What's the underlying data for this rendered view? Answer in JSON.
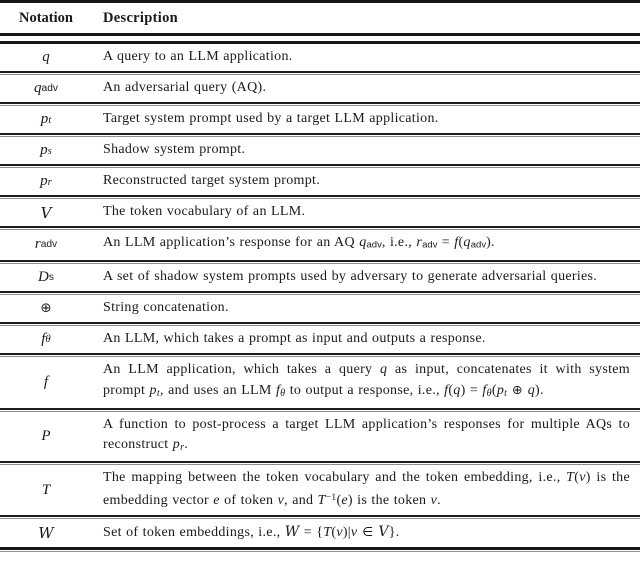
{
  "table": {
    "columns": [
      "Notation",
      "Description"
    ],
    "rows": [
      {
        "notation": [
          [
            "v",
            "q"
          ]
        ],
        "description": [
          [
            "t",
            "A query to an LLM application."
          ]
        ]
      },
      {
        "notation": [
          [
            "v",
            "q"
          ],
          [
            "sub",
            "adv"
          ]
        ],
        "description": [
          [
            "t",
            "An adversarial query (AQ)."
          ]
        ]
      },
      {
        "notation": [
          [
            "v",
            "p"
          ],
          [
            "si",
            "t"
          ]
        ],
        "description": [
          [
            "t",
            "Target system prompt used by a target LLM application."
          ]
        ]
      },
      {
        "notation": [
          [
            "v",
            "p"
          ],
          [
            "si",
            "s"
          ]
        ],
        "description": [
          [
            "t",
            "Shadow system prompt."
          ]
        ]
      },
      {
        "notation": [
          [
            "v",
            "p"
          ],
          [
            "si",
            "r"
          ]
        ],
        "description": [
          [
            "t",
            "Reconstructed target system prompt."
          ]
        ]
      },
      {
        "notation": [
          [
            "cal",
            "V"
          ]
        ],
        "description": [
          [
            "t",
            "The token vocabulary of an LLM."
          ]
        ]
      },
      {
        "notation": [
          [
            "v",
            "r"
          ],
          [
            "sub",
            "adv"
          ]
        ],
        "description": [
          [
            "t",
            "An LLM application’s response for an AQ "
          ],
          [
            "v",
            "q"
          ],
          [
            "sub",
            "adv"
          ],
          [
            "t",
            ", i.e., "
          ],
          [
            "v",
            "r"
          ],
          [
            "sub",
            "adv"
          ],
          [
            "t",
            " = "
          ],
          [
            "v",
            "f"
          ],
          [
            "t",
            "("
          ],
          [
            "v",
            "q"
          ],
          [
            "sub",
            "adv"
          ],
          [
            "t",
            ")."
          ]
        ]
      },
      {
        "notation": [
          [
            "v",
            "D"
          ],
          [
            "sub",
            "s"
          ]
        ],
        "description": [
          [
            "t",
            "A set of shadow system prompts used by adversary to generate adversarial queries."
          ]
        ]
      },
      {
        "notation": [
          [
            "op",
            "⊕"
          ]
        ],
        "description": [
          [
            "t",
            "String concatenation."
          ]
        ]
      },
      {
        "notation": [
          [
            "v",
            "f"
          ],
          [
            "si",
            "θ"
          ]
        ],
        "description": [
          [
            "t",
            "An LLM, which takes a prompt as input and outputs a response."
          ]
        ]
      },
      {
        "notation": [
          [
            "v",
            "f"
          ]
        ],
        "description": [
          [
            "t",
            "An LLM application, which takes a query "
          ],
          [
            "v",
            "q"
          ],
          [
            "t",
            " as input, concatenates it with system prompt "
          ],
          [
            "v",
            "p"
          ],
          [
            "si",
            "t"
          ],
          [
            "t",
            ", and uses an LLM "
          ],
          [
            "v",
            "f"
          ],
          [
            "si",
            "θ"
          ],
          [
            "t",
            " to output a response, i.e., "
          ],
          [
            "v",
            "f"
          ],
          [
            "t",
            "("
          ],
          [
            "v",
            "q"
          ],
          [
            "t",
            ") = "
          ],
          [
            "v",
            "f"
          ],
          [
            "si",
            "θ"
          ],
          [
            "t",
            "("
          ],
          [
            "v",
            "p"
          ],
          [
            "si",
            "t"
          ],
          [
            "op",
            " ⊕ "
          ],
          [
            "v",
            "q"
          ],
          [
            "t",
            ")."
          ]
        ]
      },
      {
        "notation": [
          [
            "v",
            "P"
          ]
        ],
        "description": [
          [
            "t",
            "A function to post-process a target LLM application’s responses for multiple AQs to reconstruct "
          ],
          [
            "v",
            "p"
          ],
          [
            "si",
            "r"
          ],
          [
            "t",
            "."
          ]
        ]
      },
      {
        "notation": [
          [
            "v",
            "T"
          ]
        ],
        "description": [
          [
            "t",
            "The mapping between the token vocabulary and the token embedding, i.e., "
          ],
          [
            "v",
            "T"
          ],
          [
            "t",
            "("
          ],
          [
            "v",
            "v"
          ],
          [
            "t",
            ") is the embedding vector "
          ],
          [
            "v",
            "e"
          ],
          [
            "t",
            " of token "
          ],
          [
            "v",
            "v"
          ],
          [
            "t",
            ", and "
          ],
          [
            "v",
            "T"
          ],
          [
            "sup",
            "−1"
          ],
          [
            "t",
            "("
          ],
          [
            "v",
            "e"
          ],
          [
            "t",
            ") is the token "
          ],
          [
            "v",
            "v"
          ],
          [
            "t",
            "."
          ]
        ]
      },
      {
        "notation": [
          [
            "cal",
            "W"
          ]
        ],
        "description": [
          [
            "t",
            "Set of token embeddings, i.e., "
          ],
          [
            "cal",
            "W"
          ],
          [
            "t",
            " = {"
          ],
          [
            "v",
            "T"
          ],
          [
            "t",
            "("
          ],
          [
            "v",
            "v"
          ],
          [
            "t",
            ")|"
          ],
          [
            "v",
            "v"
          ],
          [
            "op",
            " ∈ "
          ],
          [
            "cal",
            "V"
          ],
          [
            "t",
            "}."
          ]
        ]
      }
    ]
  }
}
